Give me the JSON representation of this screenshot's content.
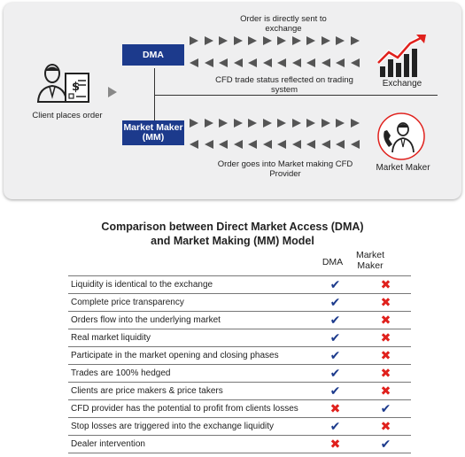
{
  "diagram": {
    "client_label": "Client places order",
    "dma_label": "DMA",
    "mm_label": "Market Maker (MM)",
    "dma_top_caption": "Order is directly sent to exchange",
    "dma_bottom_caption": "CFD trade status reflected on trading system",
    "mm_top_caption": "",
    "mm_bottom_caption": "Order goes into Market making CFD Provider",
    "exchange_label": "Exchange",
    "market_maker_label": "Market Maker",
    "colors": {
      "box": "#1c3a8c",
      "arrows": "#555555",
      "accent_red": "#e0211d"
    }
  },
  "comparison": {
    "title_line1": "Comparison between Direct Market Access (DMA)",
    "title_line2": "and Market Making (MM) Model",
    "col_dma": "DMA",
    "col_mm": "Market Maker",
    "rows": [
      {
        "label": "Liquidity is identical to the exchange",
        "dma": "✔",
        "mm": "✖"
      },
      {
        "label": "Complete price transparency",
        "dma": "✔",
        "mm": "✖"
      },
      {
        "label": "Orders flow into the underlying market",
        "dma": "✔",
        "mm": "✖"
      },
      {
        "label": "Real market liquidity",
        "dma": "✔",
        "mm": "✖"
      },
      {
        "label": "Participate in the market opening and closing phases",
        "dma": "✔",
        "mm": "✖"
      },
      {
        "label": "Trades are 100% hedged",
        "dma": "✔",
        "mm": "✖"
      },
      {
        "label": "Clients are price makers & price takers",
        "dma": "✔",
        "mm": "✖"
      },
      {
        "label": "CFD provider has the potential to profit from clients losses",
        "dma": "✖",
        "mm": "✔"
      },
      {
        "label": "Stop losses are triggered into the exchange liquidity",
        "dma": "✔",
        "mm": "✖"
      },
      {
        "label": "Dealer intervention",
        "dma": "✖",
        "mm": "✔"
      }
    ]
  }
}
